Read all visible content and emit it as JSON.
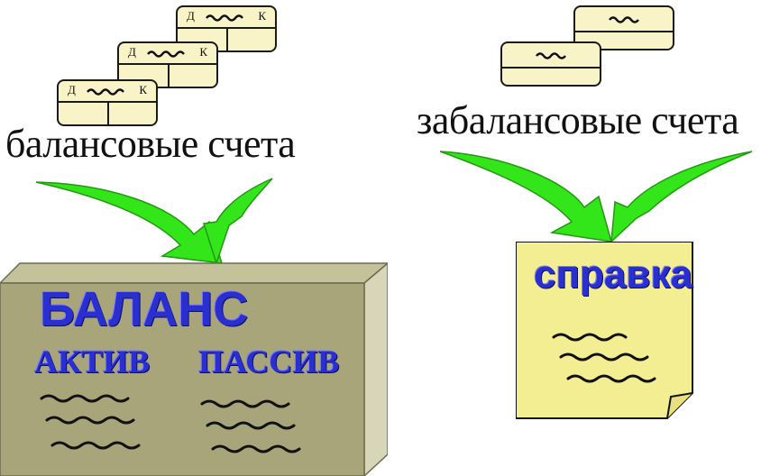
{
  "left_section": {
    "cards": [
      {
        "debit": "Д",
        "credit": "К"
      },
      {
        "debit": "Д",
        "credit": "К"
      },
      {
        "debit": "Д",
        "credit": "К"
      }
    ],
    "label": "балансовые счета"
  },
  "right_section": {
    "label": "забалансовые счета"
  },
  "balance_box": {
    "title": "БАЛАНС",
    "left_column": "АКТИВ",
    "right_column": "ПАССИВ"
  },
  "note_paper": {
    "title": "справка"
  },
  "colors": {
    "arrow": "#33e61a",
    "box_face": "#a8a57a",
    "box_side": "#d8d6b8",
    "box_top": "#c4c29a",
    "note": "#f4ee92",
    "title_text": "#2a2fd0"
  }
}
